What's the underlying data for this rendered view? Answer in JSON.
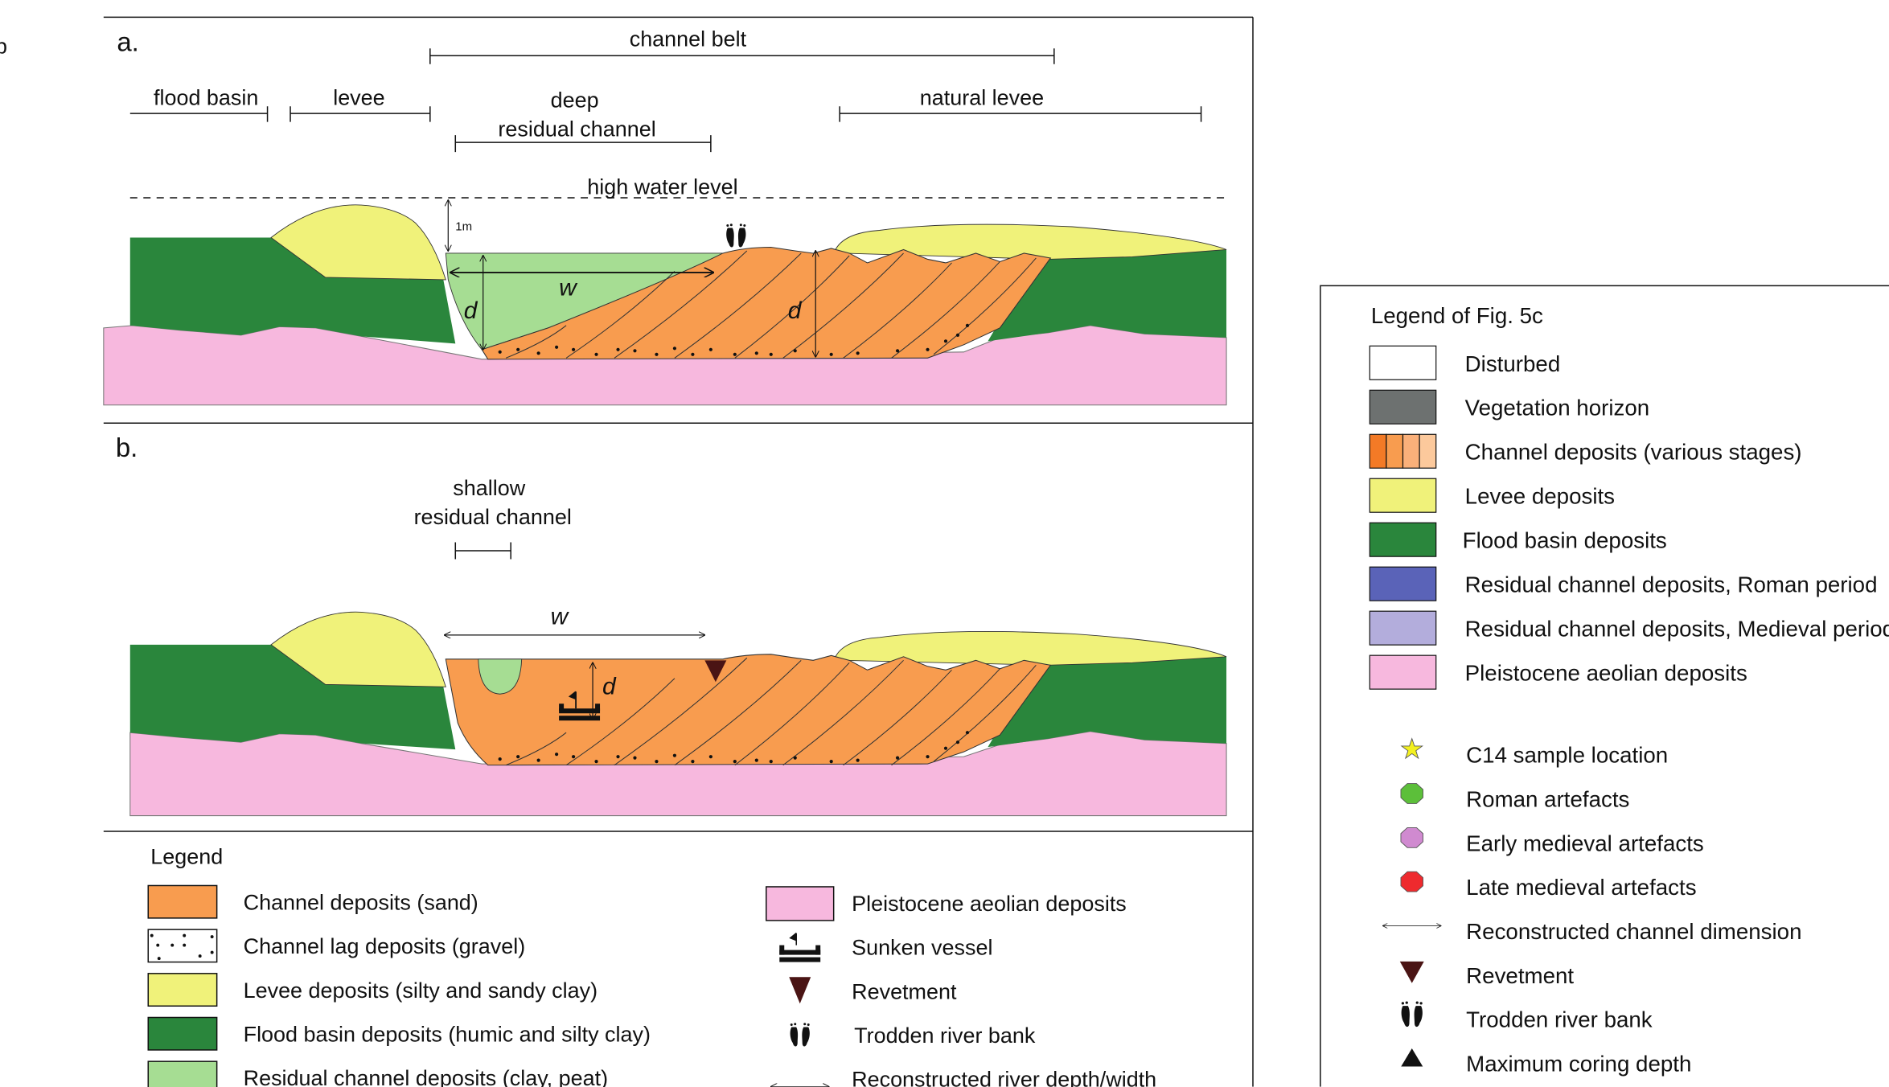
{
  "fragment": "b",
  "panel_a": {
    "label": "a.",
    "channel_belt": "channel belt",
    "flood_basin": "flood basin",
    "levee": "levee",
    "deep_line1": "deep",
    "deep_line2": "residual channel",
    "natural_levee": "natural levee",
    "high_water": "high water level",
    "one_m": "1m",
    "w": "w",
    "d": "d"
  },
  "panel_b": {
    "label": "b.",
    "shallow_line1": "shallow",
    "shallow_line2": "residual channel",
    "w": "w",
    "d": "d"
  },
  "legend": {
    "title": "Legend",
    "left": [
      {
        "label": "Channel deposits (sand)",
        "color": "#f89c4f"
      },
      {
        "label": "Channel lag deposits (gravel)",
        "color": "#ffffff"
      },
      {
        "label": "Levee deposits (silty and sandy clay)",
        "color": "#f0f27a"
      },
      {
        "label": "Flood basin deposits (humic and silty clay)",
        "color": "#2a863c"
      },
      {
        "label": "Residual channel deposits (clay, peat)",
        "color": "#a6dd93"
      }
    ],
    "right": [
      {
        "label": "Pleistocene aeolian deposits",
        "icon": "pink-swatch",
        "color": "#f7b8de"
      },
      {
        "label": "Sunken vessel",
        "icon": "sunken-vessel-icon"
      },
      {
        "label": "Revetment",
        "icon": "revetment-icon"
      },
      {
        "label": "Trodden river bank",
        "icon": "footprints-icon"
      },
      {
        "label": "Reconstructed river depth/width",
        "icon": "double-arrow-icon"
      }
    ]
  },
  "legend_5c": {
    "title": "Legend of Fig. 5c",
    "swatches": [
      {
        "label": "Disturbed",
        "color": "#ffffff"
      },
      {
        "label": "Vegetation horizon",
        "color": "#6d7170"
      },
      {
        "label": "Channel deposits (various stages)",
        "colors": [
          "#f37a26",
          "#f89c4f",
          "#fab07a",
          "#fcc99c"
        ]
      },
      {
        "label": "Levee deposits",
        "color": "#f0f27a"
      },
      {
        "label": "Flood basin deposits",
        "color": "#2a863c"
      },
      {
        "label": "Residual channel deposits, Roman period",
        "color": "#5a63b8"
      },
      {
        "label": "Residual channel deposits, Medieval period",
        "color": "#b3addc"
      },
      {
        "label": "Pleistocene aeolian deposits",
        "color": "#f7b8de"
      }
    ],
    "symbols": [
      {
        "label": "C14 sample location",
        "icon": "star-icon",
        "color": "#f3f020"
      },
      {
        "label": "Roman artefacts",
        "icon": "octagon-icon",
        "color": "#5cbf3a"
      },
      {
        "label": "Early medieval artefacts",
        "icon": "octagon-icon",
        "color": "#d08ad0"
      },
      {
        "label": "Late medieval artefacts",
        "icon": "octagon-icon",
        "color": "#ee2a2e"
      },
      {
        "label": "Reconstructed channel dimension",
        "icon": "double-arrow-icon"
      },
      {
        "label": "Revetment",
        "icon": "revetment-icon",
        "color": "#4a1414"
      },
      {
        "label": "Trodden river bank",
        "icon": "footprints-icon"
      },
      {
        "label": "Maximum coring depth",
        "icon": "triangle-up-icon"
      }
    ]
  }
}
